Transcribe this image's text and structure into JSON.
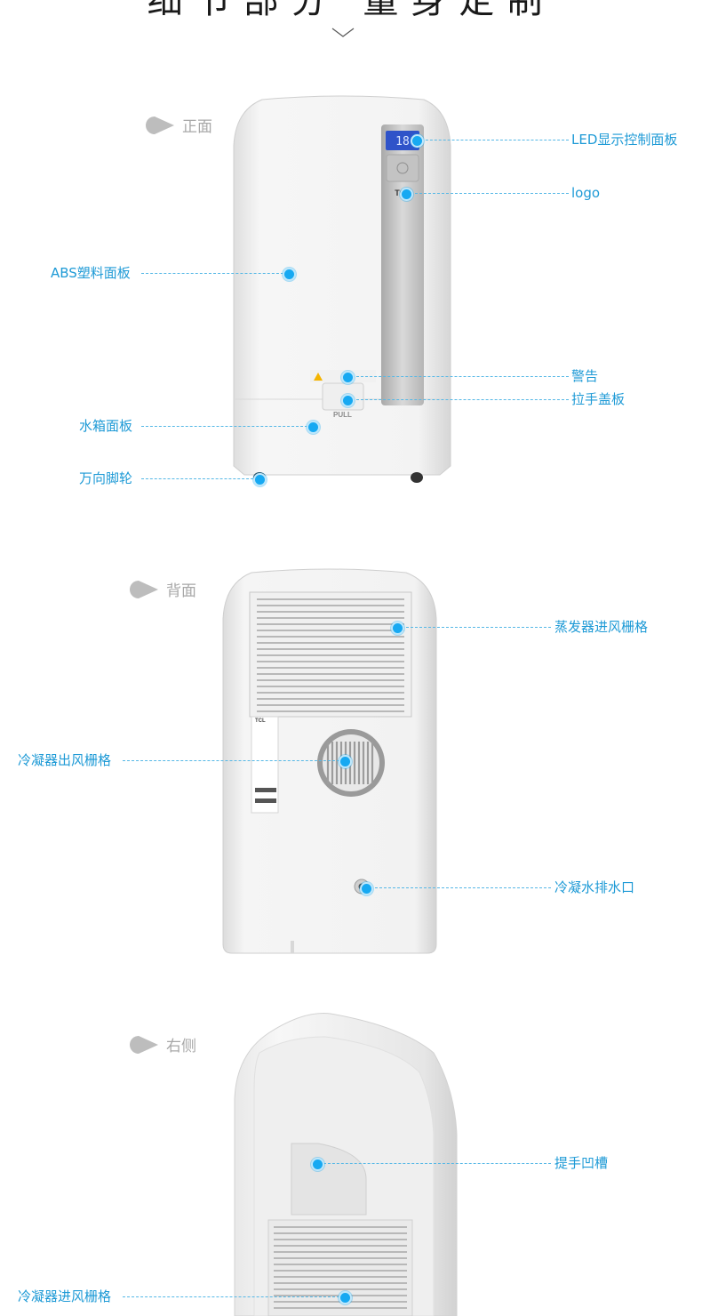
{
  "header": {
    "title": "细节部分 量身定制"
  },
  "sections": {
    "front": {
      "tag": "正面",
      "brand": "TCL",
      "display_value": "18",
      "pull_text": "PULL",
      "callouts": {
        "led": "LED显示控制面板",
        "logo": "logo",
        "abs": "ABS塑料面板",
        "warning": "警告",
        "handle_cover": "拉手盖板",
        "water_tank": "水箱面板",
        "caster": "万向脚轮"
      }
    },
    "back": {
      "tag": "背面",
      "brand": "TCL",
      "callouts": {
        "evap_grille": "蒸发器进风栅格",
        "cond_out": "冷凝器出风栅格",
        "drain": "冷凝水排水口"
      }
    },
    "side": {
      "tag": "右侧",
      "callouts": {
        "handle_groove": "提手凹槽",
        "cond_in": "冷凝器进风栅格"
      }
    }
  },
  "colors": {
    "accent": "#1e9ad6",
    "dot": "#17a9f2",
    "tag_gray": "#a8a8a8"
  },
  "icons": {
    "tag": "teardrop-tag-icon",
    "chevron": "chevron-down-icon"
  }
}
